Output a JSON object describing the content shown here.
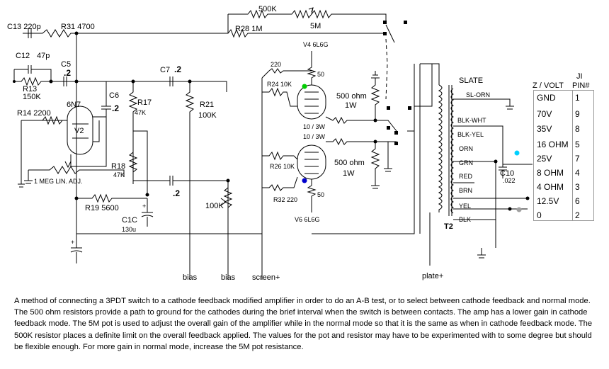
{
  "components": {
    "c13": "C13 220p",
    "r31": "R31 4700",
    "r28": "R28 1M",
    "r500k": "500K",
    "pot5m": "5M",
    "c12": "C12",
    "c12_val": "47p",
    "c5": "C5",
    "c5_val": ".2",
    "r13": "R13",
    "r13_val": "150K",
    "r14": "R14 2200",
    "tube_6n7": "6N7",
    "v2": "V2",
    "c6": "C6",
    "c6_val": ".2",
    "r17": "R17",
    "r17_val": "47K",
    "c7": "C7",
    "c7_val": ".2",
    "r21": "R21",
    "r21_val": "100K",
    "r18": "R18",
    "r18_val": "47K",
    "pot_1meg": "1 MEG LIN. ADJ.",
    "c_bias_val": ".2",
    "r19": "R19 5600",
    "c1c": "C1C",
    "c1c_val": "130u",
    "pot_100k": "100K",
    "v4": "V4 6L6G",
    "r220_top": "220",
    "r24": "R24 10K",
    "r50_top": "50",
    "g2_top": "10 / 3W",
    "g2_bot": "10 / 3W",
    "r26": "R26 10K",
    "r32": "R32 220",
    "r50_bot": "50",
    "v6": "V6 6L6G",
    "r500_top": "500 ohm",
    "r500_top_w": "1W",
    "r500_bot": "500 ohm",
    "r500_bot_w": "1W",
    "slate": "SLATE",
    "t2": "T2",
    "c10": "C10",
    "c10_val": ".022"
  },
  "transformer_leads": [
    "SL-ORN",
    "BLK-WHT",
    "BLK-YEL",
    "ORN",
    "GRN",
    "RED",
    "BRN",
    "YEL",
    "BLK"
  ],
  "nodes": {
    "bias1": "bias",
    "bias2": "bias",
    "screen": "screen+",
    "plate": "plate+"
  },
  "table": {
    "header_left": "Z / VOLT",
    "header_right_1": "JI",
    "header_right_2": "PIN#",
    "rows": [
      {
        "z": "GND",
        "pin": "1"
      },
      {
        "z": "70V",
        "pin": "9"
      },
      {
        "z": "35V",
        "pin": "8"
      },
      {
        "z": "16 OHM",
        "pin": "5"
      },
      {
        "z": "25V",
        "pin": "7"
      },
      {
        "z": "8 OHM",
        "pin": "4"
      },
      {
        "z": "4 OHM",
        "pin": "3"
      },
      {
        "z": "12.5V",
        "pin": "6"
      },
      {
        "z": "0",
        "pin": "2"
      }
    ]
  },
  "colors": {
    "screen_dot_top": "#00cc00",
    "screen_dot_bottom": "#0000cc",
    "dot_25v": "#00d0ff",
    "dot_zero": "#a0a0a0"
  },
  "caption": "A method of connecting a 3PDT switch to a cathode feedback modified amplifier in order to do an A-B test, or to select between cathode feedback and normal mode. The 500 ohm resistors provide a path to ground for the cathodes during the brief interval when the switch is between contacts. The amp has a lower gain in cathode feedback mode. The 5M pot is used to adjust the overall gain of the amplifier while in the normal mode so that it is the same as when in cathode feedback mode. The 500K resistor places a definite limit on the overall feedback applied. The values for the pot and resistor may have to be experimented with to some degree but should be flexible enough. For more gain in normal mode, increase the 5M pot resistance."
}
